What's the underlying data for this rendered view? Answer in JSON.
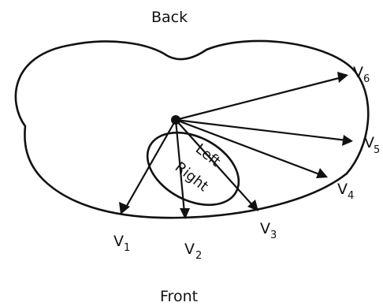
{
  "labels": {
    "back": "Back",
    "front": "Front",
    "left": "Left",
    "right": "Right"
  },
  "leads": [
    {
      "letter": "V",
      "sub": "1"
    },
    {
      "letter": "V",
      "sub": "2"
    },
    {
      "letter": "V",
      "sub": "3"
    },
    {
      "letter": "V",
      "sub": "4"
    },
    {
      "letter": "V",
      "sub": "5"
    },
    {
      "letter": "V",
      "sub": "6"
    }
  ],
  "colors": {
    "ink": "#111111",
    "background": "#ffffff"
  }
}
